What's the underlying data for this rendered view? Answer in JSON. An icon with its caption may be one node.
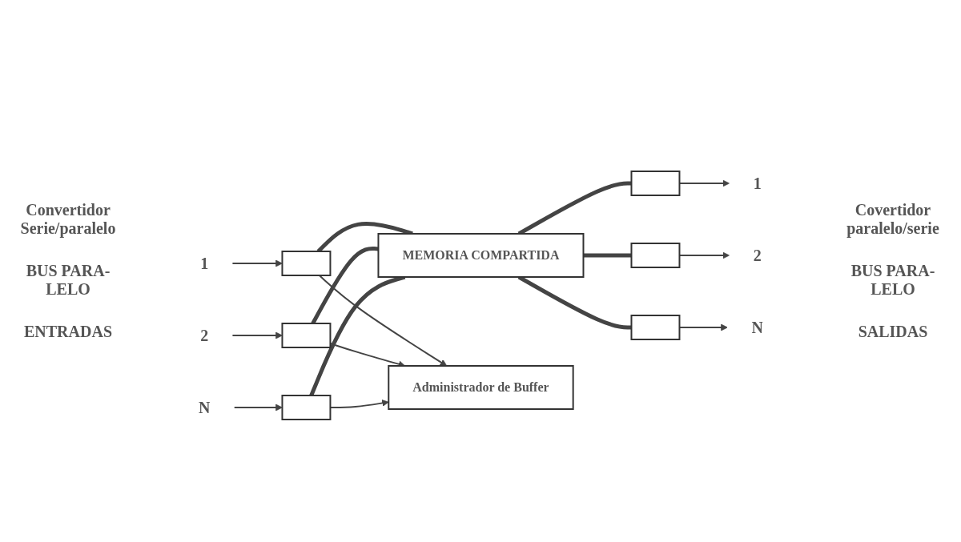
{
  "diagram": {
    "nodes": [
      {
        "text": [
          "1"
        ]
      },
      {
        "text": [
          "2"
        ]
      },
      {
        "text": [
          "N"
        ]
      },
      {
        "text": [],
        "shape": "box"
      },
      {
        "text": [],
        "shape": "box"
      },
      {
        "text": [],
        "shape": "box"
      },
      {
        "text": [
          "MEMORIA COMPARTIDA"
        ]
      },
      {
        "text": [
          "Administrador de Buffer"
        ]
      },
      {
        "text": [],
        "shape": "box"
      },
      {
        "text": [],
        "shape": "box"
      },
      {
        "text": [],
        "shape": "box"
      },
      {
        "text": [
          "1"
        ]
      },
      {
        "text": [
          "2"
        ]
      },
      {
        "text": [
          "N"
        ]
      }
    ],
    "edges": [
      {
        "from": 0,
        "to": 3,
        "arrow": "to"
      },
      {
        "from": 1,
        "to": 4,
        "arrow": "to"
      },
      {
        "from": 2,
        "to": 5,
        "arrow": "to"
      },
      {
        "from": 3,
        "to": 6,
        "arrow": "none",
        "style": "thick"
      },
      {
        "from": 4,
        "to": 6,
        "arrow": "none",
        "style": "thick"
      },
      {
        "from": 5,
        "to": 6,
        "arrow": "none",
        "style": "thick"
      },
      {
        "from": 3,
        "to": 7,
        "arrow": "to"
      },
      {
        "from": 4,
        "to": 7,
        "arrow": "to"
      },
      {
        "from": 5,
        "to": 7,
        "arrow": "to"
      },
      {
        "from": 6,
        "to": 8,
        "arrow": "none",
        "style": "thick"
      },
      {
        "from": 6,
        "to": 9,
        "arrow": "none",
        "style": "thick"
      },
      {
        "from": 6,
        "to": 10,
        "arrow": "none",
        "style": "thick"
      },
      {
        "from": 8,
        "to": 11,
        "arrow": "to"
      },
      {
        "from": 9,
        "to": 12,
        "arrow": "to"
      },
      {
        "from": 10,
        "to": 13,
        "arrow": "to"
      }
    ],
    "labels": [
      "Convertidor Serie/paralelo",
      "Covertidor paralelo/serie",
      "BUS PARA- LELO",
      "BUS PARA- LELO",
      "ENTRADAS",
      "SALIDAS"
    ]
  }
}
